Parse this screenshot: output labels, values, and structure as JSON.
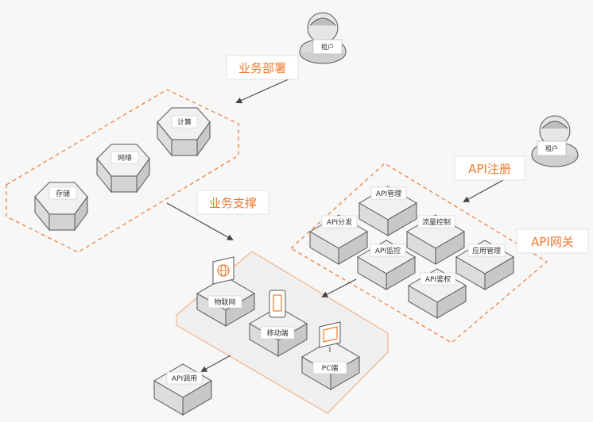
{
  "colors": {
    "accent": "#ee7a2e",
    "box_top": "#f1f1f1",
    "box_left": "#dcdcdc",
    "box_right": "#c8c8c8",
    "stroke": "#555555",
    "arrow": "#444444",
    "zone_fill": "#eeeeee"
  },
  "users": [
    {
      "label": "租户"
    },
    {
      "label": "租户"
    }
  ],
  "callouts": {
    "deploy": "业务部署",
    "support": "业务支撑",
    "register": "API注册",
    "gateway": "API网关"
  },
  "infra": [
    {
      "label": "计算"
    },
    {
      "label": "网络"
    },
    {
      "label": "存储"
    }
  ],
  "gateway_modules": [
    {
      "label": "API管理"
    },
    {
      "label": "API分发"
    },
    {
      "label": "流量控制"
    },
    {
      "label": "API监控"
    },
    {
      "label": "应用管理"
    },
    {
      "label": "API鉴权"
    }
  ],
  "clients": [
    {
      "label": "物联网",
      "icon": "iot-icon"
    },
    {
      "label": "移动端",
      "icon": "mobile-icon"
    },
    {
      "label": "PC端",
      "icon": "pc-icon"
    }
  ],
  "api_call": {
    "label": "API调用"
  }
}
